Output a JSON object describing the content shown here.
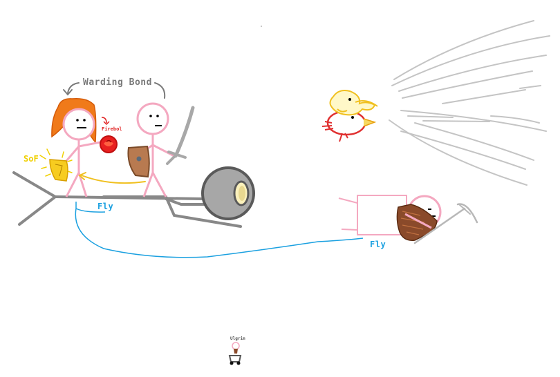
{
  "labels": {
    "warding_bond": "Warding Bond",
    "fireball": "Firebol",
    "sof": "SoF",
    "fly_left": "Fly",
    "fly_right": "Fly",
    "mini_character": "Ulgrim"
  },
  "icons": [
    "fireball-icon",
    "glowing-shield-icon",
    "sword-icon",
    "round-shield-icon",
    "pickaxe-icon",
    "bird-icon",
    "wind-gust-icon",
    "cart-icon"
  ],
  "colors": {
    "skin": "#f4a8c0",
    "hair": "#f07a1a",
    "fire": "#e02020",
    "sof": "#f0d000",
    "fly": "#1aa0e0",
    "metal": "#888888",
    "wood": "#b87a50",
    "beard": "#8a4a2a",
    "wind": "#c4c4c4"
  }
}
